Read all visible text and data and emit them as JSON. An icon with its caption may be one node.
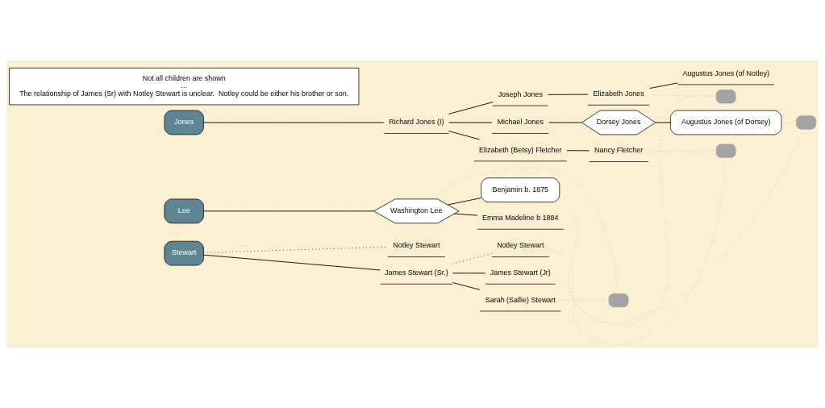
{
  "diagram": {
    "nodes": [
      {
        "text": [
          "Jones"
        ]
      },
      {
        "text": [
          "Richard Jones (I)"
        ]
      },
      {
        "text": [
          "Joseph Jones"
        ]
      },
      {
        "text": [
          "Elizabeth Jones"
        ]
      },
      {
        "text": [
          "Augustus Jones (of Notley)"
        ]
      },
      {
        "text": [
          "Michael Jones"
        ]
      },
      {
        "text": [
          "Dorsey Jones"
        ]
      },
      {
        "text": [
          "Augustus Jones (of Dorsey)"
        ]
      },
      {
        "text": [
          "Elizabeth (Betsy) Fletcher"
        ]
      },
      {
        "text": [
          "Nancy Fletcher"
        ]
      },
      {
        "text": [],
        "shape": "box"
      },
      {
        "text": [],
        "shape": "box"
      },
      {
        "text": [
          "Stewart"
        ]
      },
      {
        "text": [
          "Notley Stewart"
        ]
      },
      {
        "text": [
          "Notley Stewart"
        ]
      },
      {
        "text": [
          "James Stewart (Sr.)"
        ]
      },
      {
        "text": [],
        "shape": "box"
      },
      {
        "text": [
          "James Stewart (Jr)"
        ]
      },
      {
        "text": [
          "Sarah (Sallie) Stewart"
        ]
      },
      {
        "text": [
          "Not all children are shown",
          "…",
          "The relationship of James (Sr) with Notley Stewart is unclear.  Notley could be either his brother or son."
        ]
      },
      {
        "text": [],
        "shape": "box"
      },
      {
        "text": [
          "Lee"
        ]
      },
      {
        "text": [
          "Washington Lee"
        ]
      },
      {
        "text": [
          "Benjamin b. 1875"
        ]
      },
      {
        "text": [
          "Emma Madeline b 1884"
        ]
      }
    ],
    "edges": [
      {
        "from": 0,
        "to": 1,
        "arrow": "none"
      },
      {
        "from": 1,
        "to": 2,
        "arrow": "none"
      },
      {
        "from": 2,
        "to": 3,
        "arrow": "none"
      },
      {
        "from": 3,
        "to": 4,
        "arrow": "none"
      },
      {
        "from": 1,
        "to": 5,
        "arrow": "none"
      },
      {
        "from": 5,
        "to": 6,
        "arrow": "none"
      },
      {
        "from": 6,
        "to": 7,
        "arrow": "none"
      },
      {
        "from": 1,
        "to": 8,
        "arrow": "none"
      },
      {
        "from": 8,
        "to": 9,
        "arrow": "none"
      },
      {
        "from": 12,
        "to": 13,
        "arrow": "none",
        "style": "dashed"
      },
      {
        "from": 12,
        "to": 15,
        "arrow": "none"
      },
      {
        "from": 15,
        "to": 14,
        "arrow": "none",
        "style": "dashed"
      },
      {
        "from": 15,
        "to": 17,
        "arrow": "none"
      },
      {
        "from": 15,
        "to": 18,
        "arrow": "none"
      },
      {
        "from": 21,
        "to": 22,
        "arrow": "none"
      },
      {
        "from": 22,
        "to": 23,
        "arrow": "none"
      },
      {
        "from": 22,
        "to": 24,
        "arrow": "none"
      },
      {
        "from": 3,
        "to": 10,
        "arrow": "none",
        "style": "dashed",
        "color": "#bdb6a6"
      },
      {
        "from": 10,
        "to": 14,
        "arrow": "none",
        "style": "dashed",
        "color": "#bdb6a6"
      },
      {
        "from": 9,
        "to": 11,
        "arrow": "none",
        "style": "dashed",
        "color": "#bdb6a6"
      },
      {
        "from": 11,
        "to": 17,
        "arrow": "none",
        "style": "dashed",
        "color": "#bdb6a6"
      },
      {
        "from": 7,
        "to": 16,
        "arrow": "none",
        "style": "dashed",
        "color": "#bdb6a6"
      },
      {
        "from": 16,
        "to": 23,
        "arrow": "none",
        "style": "dashed",
        "color": "#bdb6a6"
      },
      {
        "from": 18,
        "to": 20,
        "arrow": "none",
        "style": "dashed",
        "color": "#bdb6a6"
      },
      {
        "from": 20,
        "to": 22,
        "arrow": "none",
        "style": "dashed",
        "color": "#bdb6a6"
      }
    ]
  }
}
